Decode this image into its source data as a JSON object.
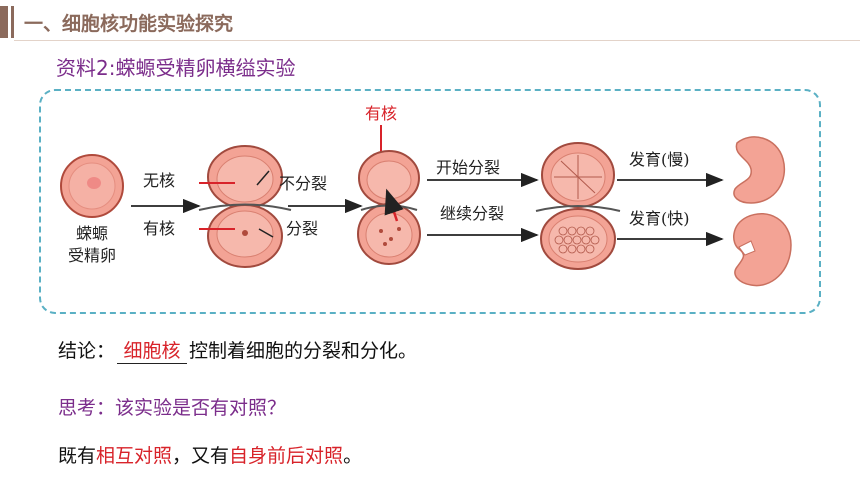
{
  "header": {
    "title": "一、细胞核功能实验探究"
  },
  "source_title": "资料2:蝾螈受精卵横缢实验",
  "diagram": {
    "egg_label_line1": "蝾螈",
    "egg_label_line2": "受精卵",
    "label_no_nucleus": "无核",
    "label_with_nucleus": "有核",
    "label_no_division": "不分裂",
    "label_division": "分裂",
    "label_nucleus_top": "有核",
    "label_start_division": "开始分裂",
    "label_continue_division": "继续分裂",
    "label_dev_slow": "发育(慢)",
    "label_dev_fast": "发育(快)"
  },
  "conclusion": {
    "prefix": "结论：",
    "blank": "细胞核",
    "rest": "控制着细胞的分裂和分化。"
  },
  "question": "思考：该实验是否有对照？",
  "answer": {
    "p1": "既有",
    "r1": "相互对照",
    "p2": "，又有",
    "r2": "自身前后对照",
    "p3": "。"
  },
  "colors": {
    "header": "#8b6a5c",
    "purple": "#7b2d8b",
    "red": "#d8232a",
    "frame": "#5ab0c4",
    "cell": "#f2a89c"
  }
}
